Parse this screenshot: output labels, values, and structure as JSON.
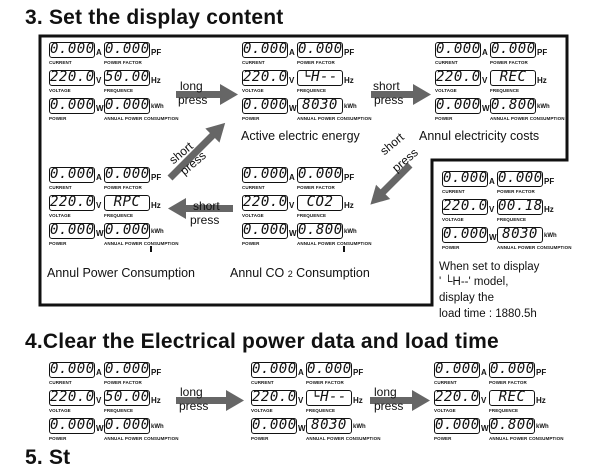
{
  "headings": {
    "section3": "3. Set the display content",
    "section4": "4.Clear the Electrical power data and load time",
    "section5_partial": "5. St"
  },
  "labels": {
    "current": "CURRENT",
    "power_factor": "POWER FACTOR",
    "voltage": "VOLTAGE",
    "frequence": "FREQUENCE",
    "power": "POWER",
    "annual": "ANNUAL POWER CONSUMPTION"
  },
  "units": {
    "a": "A",
    "pf": "PF",
    "v": "V",
    "hz": "Hz",
    "w": "W",
    "kwh": "kWh"
  },
  "arrows": {
    "long": "long",
    "press": "press",
    "short": "short"
  },
  "captions": {
    "active": "Active electric energy",
    "costs": "Annul electricity costs",
    "power_consumption": "Annul Power Consumption",
    "co2_pre": "Annul CO",
    "co2_sub": "2",
    "co2_post": " Consumption"
  },
  "note": {
    "line1": "When set to display",
    "line2": "' └H--' model,",
    "line3": "display the",
    "line4": "load time : 1880.5h"
  },
  "panels": {
    "p1": {
      "current": "0.000",
      "pf": "0.000",
      "voltage": "220.0",
      "freq": "50.00",
      "power": "0.000",
      "energy": "0.000"
    },
    "p2": {
      "current": "0.000",
      "pf": "0.000",
      "voltage": "220.0",
      "freq": "└H--",
      "power": "0.000",
      "energy": "8030"
    },
    "p3": {
      "current": "0.000",
      "pf": "0.000",
      "voltage": "220.0",
      "freq": "REC",
      "power": "0.000",
      "energy": "0.800"
    },
    "p4": {
      "current": "0.000",
      "pf": "0.000",
      "voltage": "220.0",
      "freq": "RPC",
      "power": "0.000",
      "energy": "0.000"
    },
    "p5": {
      "current": "0.000",
      "pf": "0.000",
      "voltage": "220.0",
      "freq": "CO2",
      "power": "0.000",
      "energy": "0.800"
    },
    "p6": {
      "current": "0.000",
      "pf": "0.000",
      "voltage": "220.0",
      "freq": "00.18",
      "power": "0.000",
      "energy": "8030"
    },
    "p7": {
      "current": "0.000",
      "pf": "0.000",
      "voltage": "220.0",
      "freq": "50.00",
      "power": "0.000",
      "energy": "0.000"
    },
    "p8": {
      "current": "0.000",
      "pf": "0.000",
      "voltage": "220.0",
      "freq": "└H--",
      "power": "0.000",
      "energy": "8030"
    },
    "p9": {
      "current": "0.000",
      "pf": "0.000",
      "voltage": "220.0",
      "freq": "REC",
      "power": "0.000",
      "energy": "0.800"
    }
  }
}
